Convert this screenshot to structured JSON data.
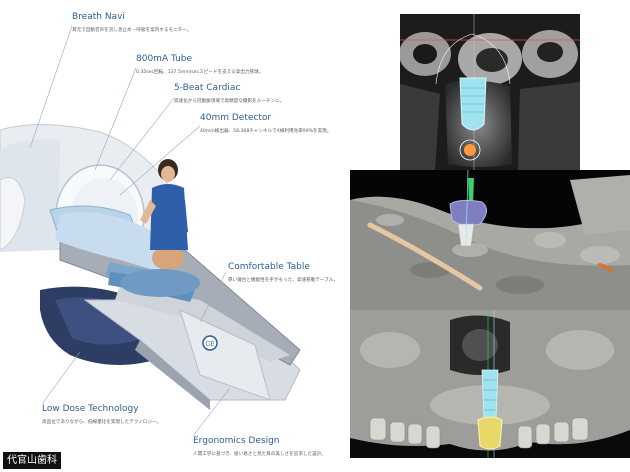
{
  "brochure": {
    "features": [
      {
        "title": "Breath Navi",
        "desc": "耳元で自動音声を流し息止め・呼吸を案内するモニター。"
      },
      {
        "title": "800mA Tube",
        "desc": "0.35sec回転、137.5mm/secスピードを支える高出力管球。"
      },
      {
        "title": "5-Beat Cardiac",
        "desc": "高速化から冠動脈領域で高精度な撮影をルーチンに。"
      },
      {
        "title": "40mm Detector",
        "desc": "40mm検出器、58,368チャンネルでX線利用効率99%を実現。"
      },
      {
        "title": "Comfortable Table",
        "desc": "厚い寝台と機能性を手がもった、高速移動テーブル。"
      },
      {
        "title": "Low Dose Technology",
        "desc": "高品位でありながら、低線量化を実現したテクノロジー。"
      },
      {
        "title": "Ergonomics Design",
        "desc": "人間工学に基づき、扱い易さと見た目の美しさを追求した設計。"
      }
    ],
    "clinic_label": "代官山歯科"
  },
  "colors": {
    "callout_title": "#2c5f98",
    "scanner_body": "#e9edf2",
    "scanner_dark": "#2e3d63",
    "implant": "#9fe3f0",
    "crown": "#e8d86a",
    "guide": "#7e7ec0"
  },
  "icons": [
    "ge-logo-icon"
  ]
}
